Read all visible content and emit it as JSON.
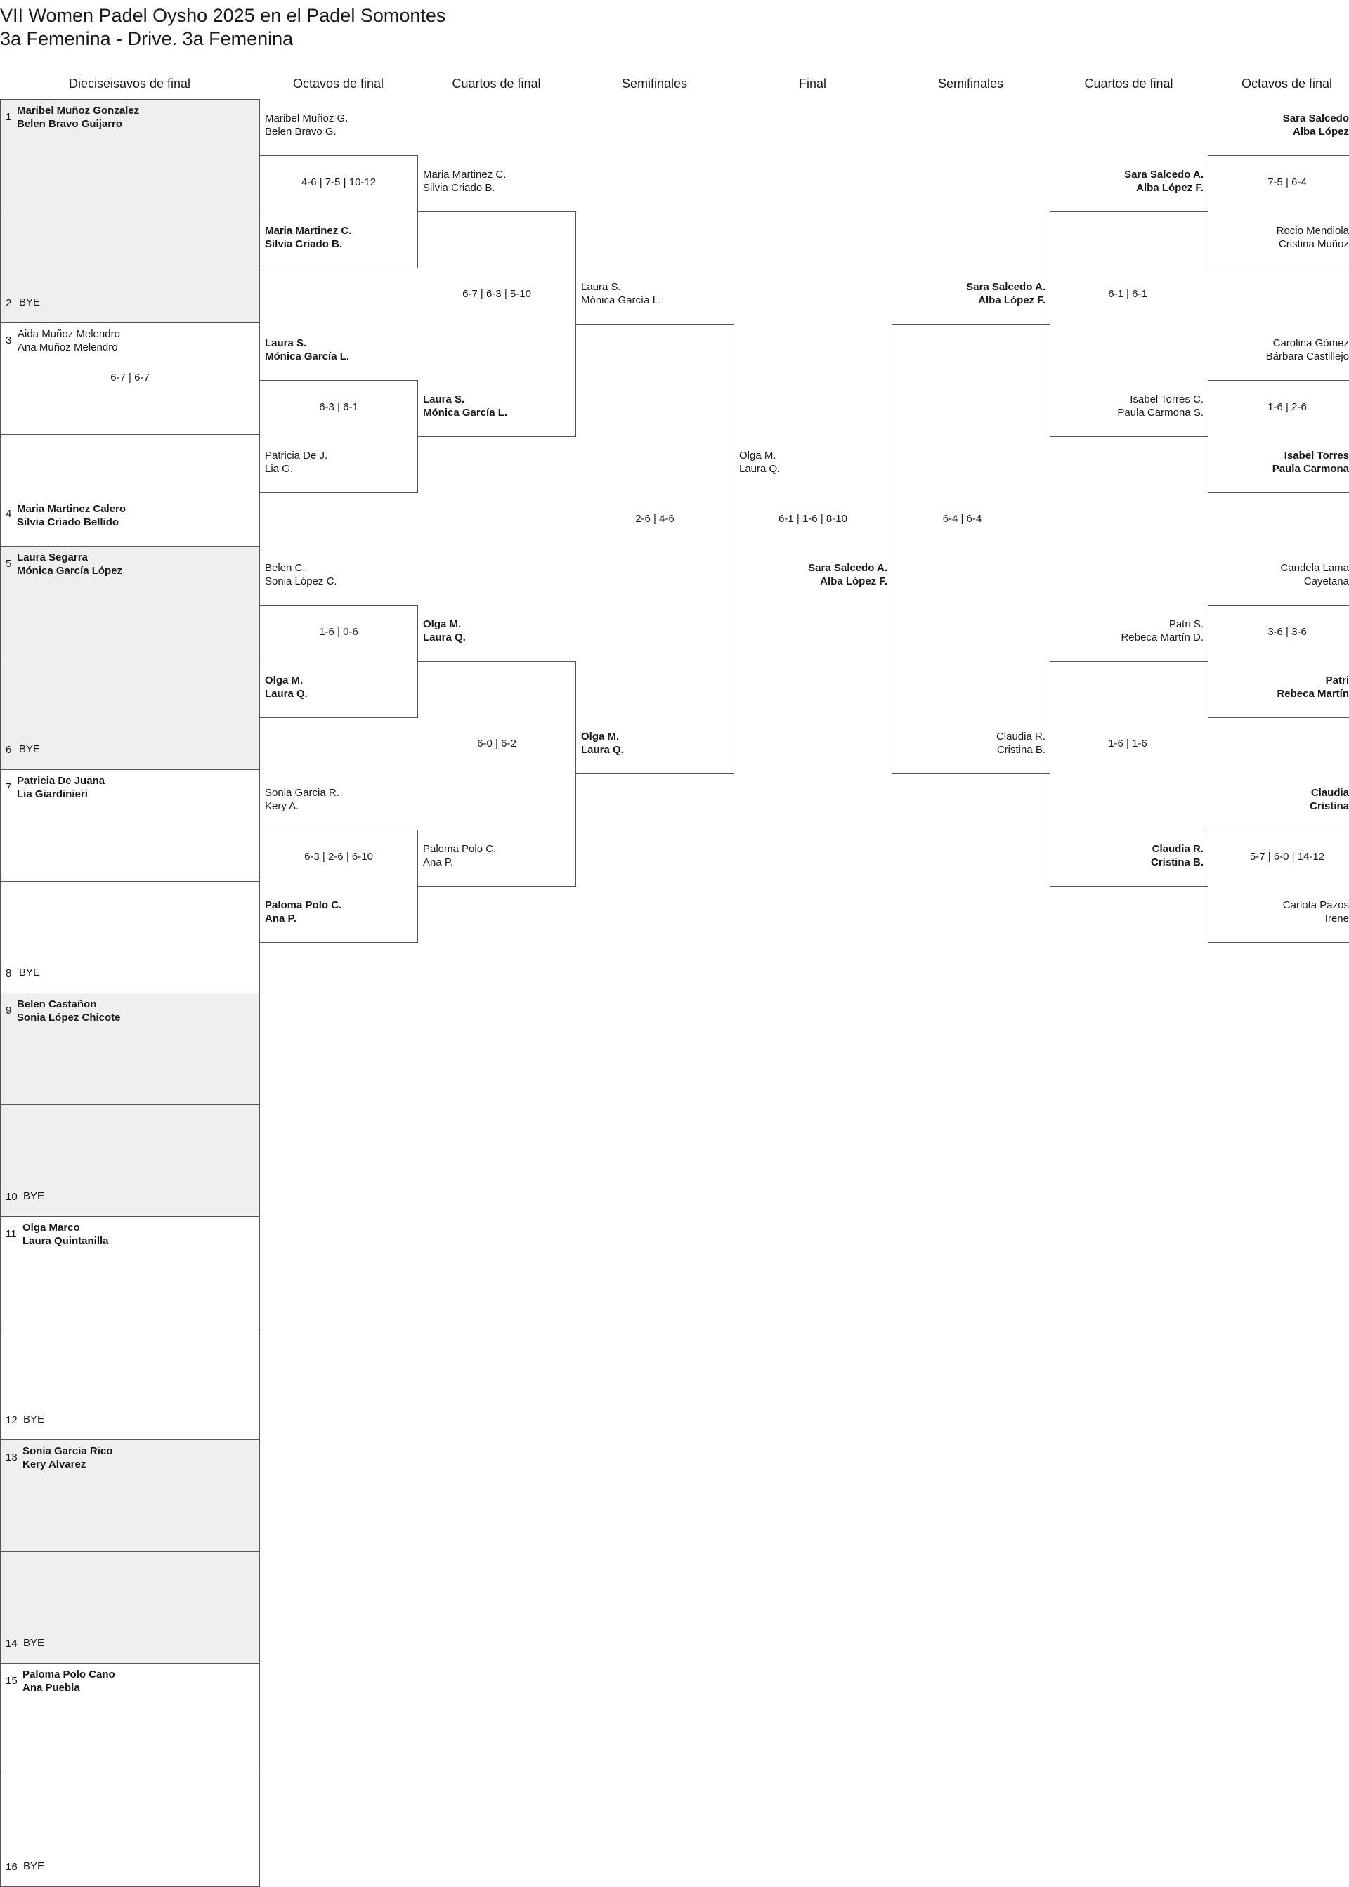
{
  "title": {
    "line1": "VII Women Padel Oysho 2025 en el Padel Somontes",
    "line2": "3a Femenina - Drive. 3a Femenina"
  },
  "rounds": {
    "r32": "Dieciseisavos de final",
    "r16": "Octavos de final",
    "qf": "Cuartos de final",
    "sf": "Semifinales",
    "final": "Final",
    "sf_right": "Semifinales",
    "qf_right": "Cuartos de final",
    "r16_right": "Octavos de final"
  },
  "r32_slots": [
    {
      "seed": "1",
      "names": [
        "Maribel Muñoz Gonzalez",
        "Belen Bravo Guijarro"
      ]
    },
    {
      "seed": "2",
      "names": [
        "BYE"
      ]
    },
    {
      "seed": "3",
      "names": [
        "Aida Muñoz Melendro",
        "Ana Muñoz Melendro"
      ]
    },
    {
      "seed": "4",
      "names": [
        "Maria Martinez Calero",
        "Silvia Criado Bellido"
      ]
    },
    {
      "seed": "5",
      "names": [
        "Laura Segarra",
        "Mónica García López"
      ]
    },
    {
      "seed": "6",
      "names": [
        "BYE"
      ]
    },
    {
      "seed": "7",
      "names": [
        "Patricia De Juana",
        "Lia Giardinieri"
      ]
    },
    {
      "seed": "8",
      "names": [
        "BYE"
      ]
    },
    {
      "seed": "9",
      "names": [
        "Belen Castañon",
        "Sonia López Chicote"
      ]
    },
    {
      "seed": "10",
      "names": [
        "BYE"
      ]
    },
    {
      "seed": "11",
      "names": [
        "Olga Marco",
        "Laura Quintanilla"
      ]
    },
    {
      "seed": "12",
      "names": [
        "BYE"
      ]
    },
    {
      "seed": "13",
      "names": [
        "Sonia Garcia Rico",
        "Kery Alvarez"
      ]
    },
    {
      "seed": "14",
      "names": [
        "BYE"
      ]
    },
    {
      "seed": "15",
      "names": [
        "Paloma Polo Cano",
        "Ana Puebla"
      ]
    },
    {
      "seed": "16",
      "names": [
        "BYE"
      ]
    }
  ],
  "r32_scores": [
    "6-7 | 6-7"
  ],
  "r16_left": {
    "entries": [
      {
        "names": [
          "Maribel Muñoz G.",
          "Belen Bravo G."
        ]
      },
      {
        "names": [
          "Maria Martinez C.",
          "Silvia Criado B."
        ]
      },
      {
        "names": [
          "Laura S.",
          "Mónica García L."
        ]
      },
      {
        "names": [
          "Patricia De J.",
          "Lia G."
        ]
      },
      {
        "names": [
          "Belen C.",
          "Sonia López C."
        ]
      },
      {
        "names": [
          "Olga M.",
          "Laura Q."
        ]
      },
      {
        "names": [
          "Sonia Garcia R.",
          "Kery A."
        ]
      },
      {
        "names": [
          "Paloma Polo C.",
          "Ana P."
        ]
      }
    ],
    "scores": [
      "4-6 | 7-5 | 10-12",
      "6-3 | 6-1",
      "1-6 | 0-6",
      "6-3 | 2-6 | 6-10"
    ]
  },
  "qf_left": {
    "entries": [
      {
        "names": [
          "Maria Martinez C.",
          "Silvia Criado B."
        ]
      },
      {
        "names": [
          "Laura S.",
          "Mónica García L."
        ]
      },
      {
        "names": [
          "Olga M.",
          "Laura Q."
        ]
      },
      {
        "names": [
          "Paloma Polo C.",
          "Ana P."
        ]
      }
    ],
    "scores": [
      "6-7 | 6-3 | 5-10",
      "6-0 | 6-2"
    ]
  },
  "sf_left": {
    "entries": [
      {
        "names": [
          "Laura S.",
          "Mónica García L."
        ]
      },
      {
        "names": [
          "Olga M.",
          "Laura Q."
        ]
      }
    ],
    "scores": [
      "2-6 | 4-6"
    ]
  },
  "final": {
    "entries": [
      {
        "names": [
          "Olga M.",
          "Laura Q."
        ]
      },
      {
        "names": [
          "Sara Salcedo A.",
          "Alba López F."
        ]
      }
    ],
    "score": "6-1 | 1-6 | 8-10"
  },
  "sf_right": {
    "entries": [
      {
        "names": [
          "Sara Salcedo A.",
          "Alba López F."
        ]
      },
      {
        "names": [
          "Claudia R.",
          "Cristina B."
        ]
      }
    ],
    "scores": [
      "6-4 | 6-4"
    ]
  },
  "qf_right": {
    "entries": [
      {
        "names": [
          "Sara Salcedo A.",
          "Alba López F."
        ]
      },
      {
        "names": [
          "Isabel Torres C.",
          "Paula Carmona S."
        ]
      },
      {
        "names": [
          "Patri S.",
          "Rebeca Martín D."
        ]
      },
      {
        "names": [
          "Claudia R.",
          "Cristina B."
        ]
      }
    ],
    "scores": [
      "6-1 | 6-1",
      "1-6 | 1-6"
    ]
  },
  "r16_right": {
    "entries": [
      {
        "names": [
          "Sara Salcedo",
          "Alba López"
        ]
      },
      {
        "names": [
          "Rocio Mendiola",
          "Cristina Muñoz"
        ]
      },
      {
        "names": [
          "Carolina Gómez",
          "Bárbara Castillejo"
        ]
      },
      {
        "names": [
          "Isabel Torres",
          "Paula Carmona"
        ]
      },
      {
        "names": [
          "Candela Lama",
          "Cayetana"
        ]
      },
      {
        "names": [
          "Patri",
          "Rebeca Martín"
        ]
      },
      {
        "names": [
          "Claudia",
          "Cristina"
        ]
      },
      {
        "names": [
          "Carlota Pazos",
          "Irene"
        ]
      }
    ],
    "scores": [
      "7-5 | 6-4",
      "1-6 | 2-6",
      "3-6 | 3-6",
      "5-7 | 6-0 | 14-12"
    ]
  }
}
